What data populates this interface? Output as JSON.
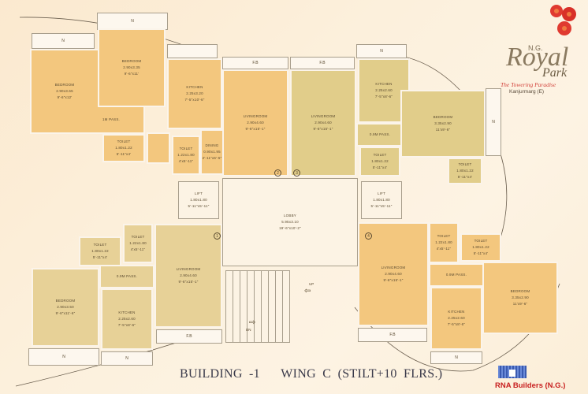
{
  "branding": {
    "project_prefix": "N.G.",
    "project_name": "Royal",
    "project_suffix": "Park",
    "tagline": "The Towering Paradise",
    "location": "Kanjurmarg (E)",
    "builder": "RNA Builders (N.G.)"
  },
  "title": {
    "building": "BUILDING -1",
    "wing": "WING C (STILT+10 FLRS.)"
  },
  "labels": {
    "north": "N",
    "fb": "F.B",
    "up": "UP",
    "down": "DN"
  },
  "flats": {
    "flat1": {
      "number": "1",
      "bedroom": {
        "name": "BEDROOM",
        "metric": "2.90x3.50",
        "imperial": "9'-6\"x11'-6\""
      },
      "kitchen": {
        "name": "KITCHEN",
        "metric": "2.25x2.60",
        "imperial": "7'-5\"x8'-6\""
      },
      "toilet_a": {
        "name": "TOILET",
        "metric": "1.80x1.22",
        "imperial": "5'-11\"x4'"
      },
      "toilet_b": {
        "name": "TOILET",
        "metric": "1.22x1.80",
        "imperial": "4'x5'-11\""
      },
      "living": {
        "name": "LIVINGROOM",
        "metric": "2.90x4.60",
        "imperial": "9'-6\"x15'-1\""
      },
      "passage": "0.9M PASS."
    },
    "flat2": {
      "number": "2",
      "bedroom1": {
        "name": "BEDROOM",
        "metric": "2.90x3.65",
        "imperial": "9'-6\"x12'"
      },
      "bedroom2": {
        "name": "BEDROOM",
        "metric": "2.90x3.35",
        "imperial": "9'-6\"x11'"
      },
      "kitchen": {
        "name": "KITCHEN",
        "metric": "2.25x3.20",
        "imperial": "7'-5\"x10'-6\""
      },
      "toilet_a": {
        "name": "TOILET",
        "metric": "1.80x1.22",
        "imperial": "5'-11\"x4'"
      },
      "toilet_b": {
        "name": "TOILET",
        "metric": "1.22x1.80",
        "imperial": "4'x5'-11\""
      },
      "dining": {
        "name": "DINING",
        "metric": "0.90x1.95",
        "imperial": "2'-11\"x6'-5\""
      },
      "living": {
        "name": "LIVINGROOM",
        "metric": "2.90x4.60",
        "imperial": "9'-6\"x15'-1\""
      },
      "passage": "1M PASS."
    },
    "flat3": {
      "number": "3",
      "living": {
        "name": "LIVINGROOM",
        "metric": "2.90x4.60",
        "imperial": "9'-6\"x15'-1\""
      },
      "kitchen": {
        "name": "KITCHEN",
        "metric": "2.25x2.60",
        "imperial": "7'-5\"x8'-6\""
      },
      "bedroom": {
        "name": "BEDROOM",
        "metric": "3.35x2.90",
        "imperial": "11'x9'-6\""
      },
      "toilet_a": {
        "name": "TOILET",
        "metric": "1.80x1.22",
        "imperial": "5'-11\"x4'"
      },
      "toilet_b": {
        "name": "TOILET",
        "metric": "1.80x1.22",
        "imperial": "5'-11\"x4'"
      },
      "passage": "0.9M PASS."
    },
    "flat4": {
      "number": "4",
      "living": {
        "name": "LIVINGROOM",
        "metric": "2.90x4.60",
        "imperial": "9'-6\"x15'-1\""
      },
      "kitchen": {
        "name": "KITCHEN",
        "metric": "2.25x2.60",
        "imperial": "7'-5\"x8'-6\""
      },
      "bedroom": {
        "name": "BEDROOM",
        "metric": "3.35x2.90",
        "imperial": "11'x9'-6\""
      },
      "toilet_a": {
        "name": "TOILET",
        "metric": "1.22x1.80",
        "imperial": "4'x5'-11\""
      },
      "toilet_b": {
        "name": "TOILET",
        "metric": "1.80x1.22",
        "imperial": "5'-11\"x4'"
      },
      "passage": "0.9M PASS."
    }
  },
  "common": {
    "lobby": {
      "name": "LOBBY",
      "metric": "5.95x3.10",
      "imperial": "19'-6\"x10'-2\""
    },
    "lift_left": {
      "name": "LIFT",
      "metric": "1.80x1.80",
      "imperial": "5'-11\"x5'-11\""
    },
    "lift_right": {
      "name": "LIFT",
      "metric": "1.80x1.80",
      "imperial": "5'-11\"x5'-11\""
    }
  }
}
